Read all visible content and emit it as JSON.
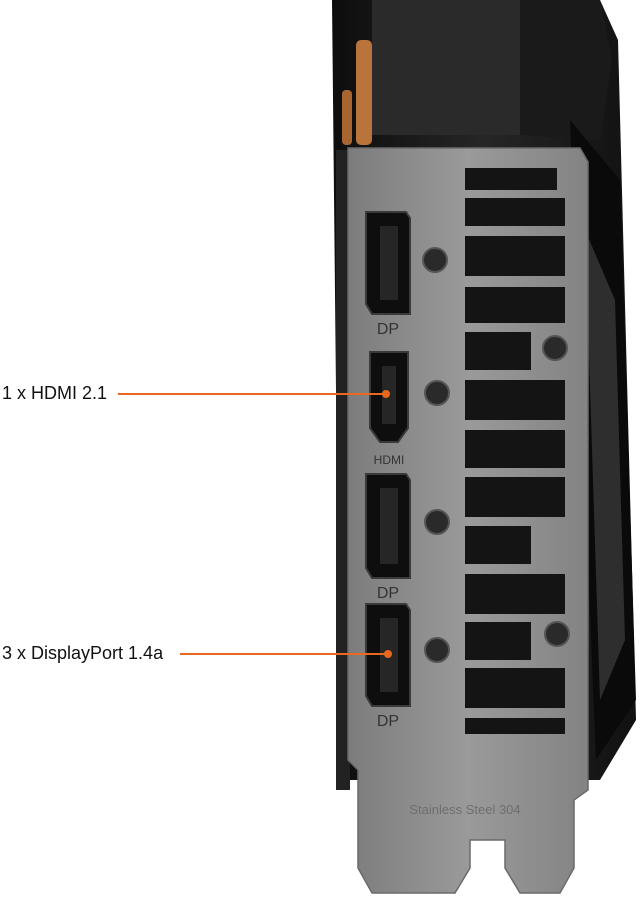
{
  "callouts": {
    "hdmi": "1 x HDMI 2.1",
    "displayport": "3 x DisplayPort 1.4a"
  },
  "port_labels": [
    "DP",
    "HDMI",
    "DP",
    "DP"
  ],
  "bracket_engraving": "Stainless Steel 304",
  "colors": {
    "leader_line": "#e8691e",
    "bracket": "#8e8e8e",
    "card_body": "#1c1c1c",
    "heat_pipe": "#b8743a"
  }
}
